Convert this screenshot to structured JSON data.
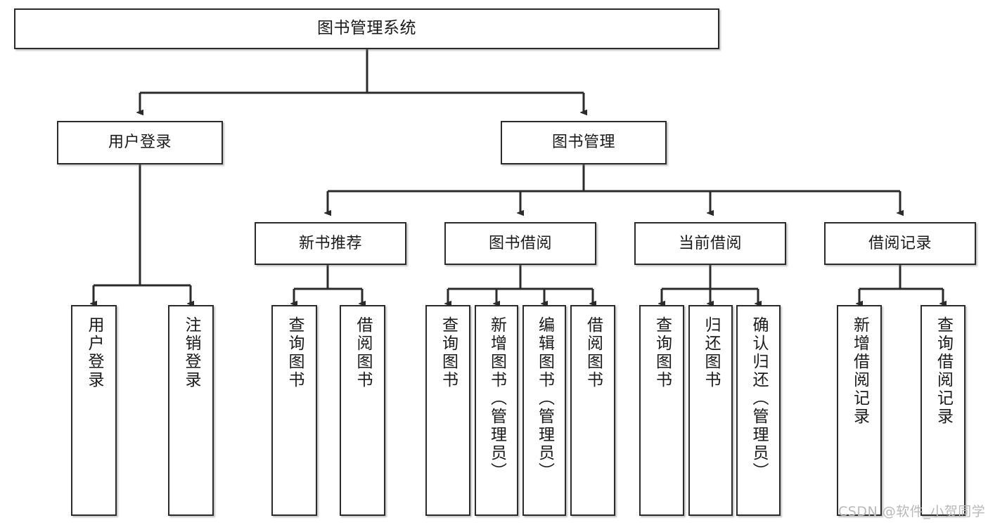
{
  "diagram": {
    "title": "图书管理系统",
    "watermark": "CSDN @软件_小贺同学",
    "line_color": "#2b2b2b",
    "box_border_color": "#2b2b2b",
    "box_fill_color": "#ffffff",
    "text_color": "#1a1a1a",
    "watermark_color": "#b9b9b9",
    "type": "tree-hierarchy",
    "levels": 4
  },
  "nodes": {
    "root": {
      "label": "图书管理系统"
    },
    "level2": [
      {
        "label": "用户登录"
      },
      {
        "label": "图书管理"
      }
    ],
    "level3": [
      {
        "label": "新书推荐"
      },
      {
        "label": "图书借阅"
      },
      {
        "label": "当前借阅"
      },
      {
        "label": "借阅记录"
      }
    ],
    "leaves_user_login": [
      {
        "label": "用户登录"
      },
      {
        "label": "注销登录"
      }
    ],
    "leaves_new_book": [
      {
        "label": "查询图书"
      },
      {
        "label": "借阅图书"
      }
    ],
    "leaves_borrow": [
      {
        "label": "查询图书"
      },
      {
        "label": "新增图书（管理员）"
      },
      {
        "label": "编辑图书（管理员）"
      },
      {
        "label": "借阅图书"
      }
    ],
    "leaves_current": [
      {
        "label": "查询图书"
      },
      {
        "label": "归还图书"
      },
      {
        "label": "确认归还（管理员）"
      }
    ],
    "leaves_records": [
      {
        "label": "新增借阅记录"
      },
      {
        "label": "查询借阅记录"
      }
    ]
  }
}
